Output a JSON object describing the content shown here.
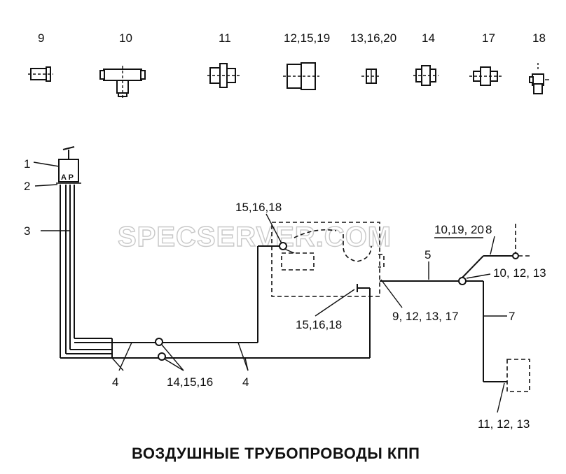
{
  "parts_row": {
    "p9": "9",
    "p10": "10",
    "p11": "11",
    "p12": "12,15,19",
    "p13": "13,16,20",
    "p14": "14",
    "p17": "17",
    "p18": "18"
  },
  "diagram": {
    "l1": "1",
    "l2": "2",
    "l3": "3",
    "valve_ap": "A P",
    "l4a": "4",
    "l4b": "4",
    "l14": "14,15,16",
    "l15a": "15,16,18",
    "l15b": "15,16,18",
    "l9": "9, 12, 13, 17",
    "l5": "5",
    "l10a": "10,19, 20",
    "l8": "8",
    "l10b": "10, 12, 13",
    "l7": "7",
    "l11": "11, 12, 13"
  },
  "watermark": "SPECSERVER.COM",
  "title": "ВОЗДУШНЫЕ ТРУБОПРОВОДЫ КПП"
}
